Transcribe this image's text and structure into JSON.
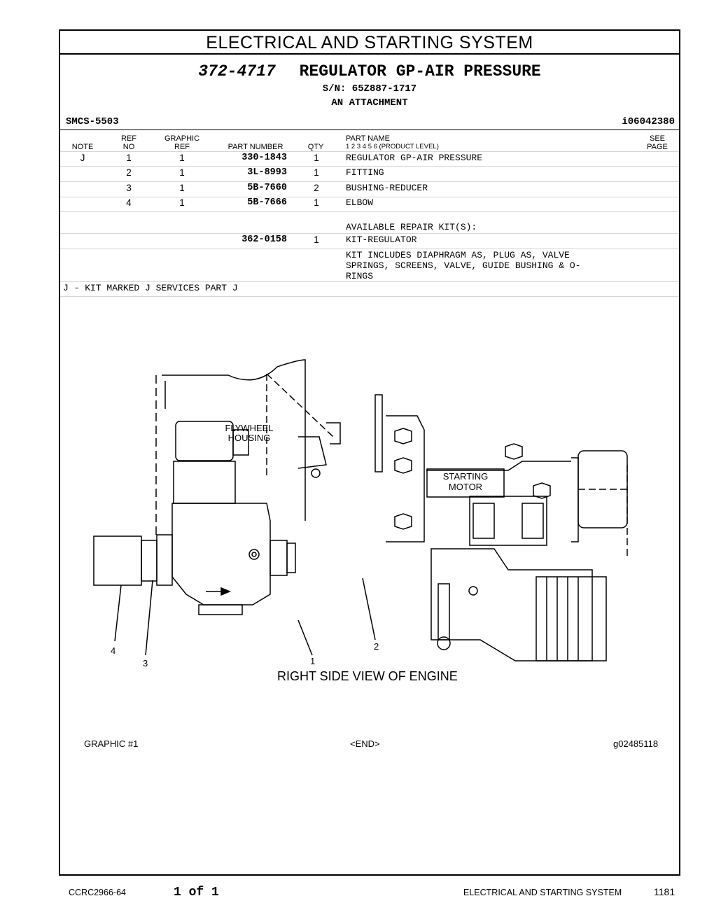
{
  "section_title": "ELECTRICAL AND STARTING SYSTEM",
  "part_header": {
    "part_number": "372-4717",
    "part_name": "REGULATOR GP-AIR PRESSURE",
    "serial": "S/N: 65Z887-1717",
    "attachment": "AN ATTACHMENT"
  },
  "smcs": "SMCS-5503",
  "ident": "i06042380",
  "table_headers": {
    "note": "NOTE",
    "ref_top": "REF",
    "ref_bottom": "NO",
    "graphic_top": "GRAPHIC",
    "graphic_bottom": "REF",
    "part_number": "PART NUMBER",
    "qty": "QTY",
    "part_name_top": "PART NAME",
    "part_name_levels": "1   2   3   4   5   6   (PRODUCT LEVEL)",
    "see_top": "SEE",
    "see_bottom": "PAGE"
  },
  "rows": [
    {
      "note": "J",
      "ref": "1",
      "graphic": "1",
      "part": "330-1843",
      "qty": "1",
      "name": "REGULATOR GP-AIR PRESSURE"
    },
    {
      "note": "",
      "ref": "2",
      "graphic": "1",
      "part": "3L-8993",
      "qty": "1",
      "name": "FITTING"
    },
    {
      "note": "",
      "ref": "3",
      "graphic": "1",
      "part": "5B-7660",
      "qty": "2",
      "name": "BUSHING-REDUCER"
    },
    {
      "note": "",
      "ref": "4",
      "graphic": "1",
      "part": "5B-7666",
      "qty": "1",
      "name": "ELBOW"
    }
  ],
  "repair_kit": {
    "heading": "AVAILABLE REPAIR KIT(S):",
    "part": "362-0158",
    "qty": "1",
    "name": "KIT-REGULATOR",
    "includes_line1": "KIT INCLUDES DIAPHRAGM AS, PLUG AS, VALVE",
    "includes_line2": "SPRINGS, SCREENS, VALVE, GUIDE BUSHING & O-",
    "includes_line3": "RINGS"
  },
  "note_text": "J - KIT MARKED J SERVICES PART J",
  "illustration": {
    "flywheel_line1": "FLYWHEEL",
    "flywheel_line2": "HOUSING",
    "starting_line1": "STARTING",
    "starting_line2": "MOTOR",
    "callout_1": "1",
    "callout_2": "2",
    "callout_3": "3",
    "callout_4": "4",
    "caption": "RIGHT SIDE VIEW OF ENGINE"
  },
  "graphic_label": "GRAPHIC #1",
  "end_marker": "<END>",
  "graphic_id": "g02485118",
  "footer": {
    "doc_code": "CCRC2966-64",
    "page_of": "1 of 1",
    "section": "ELECTRICAL AND STARTING SYSTEM",
    "page_number": "1181"
  }
}
